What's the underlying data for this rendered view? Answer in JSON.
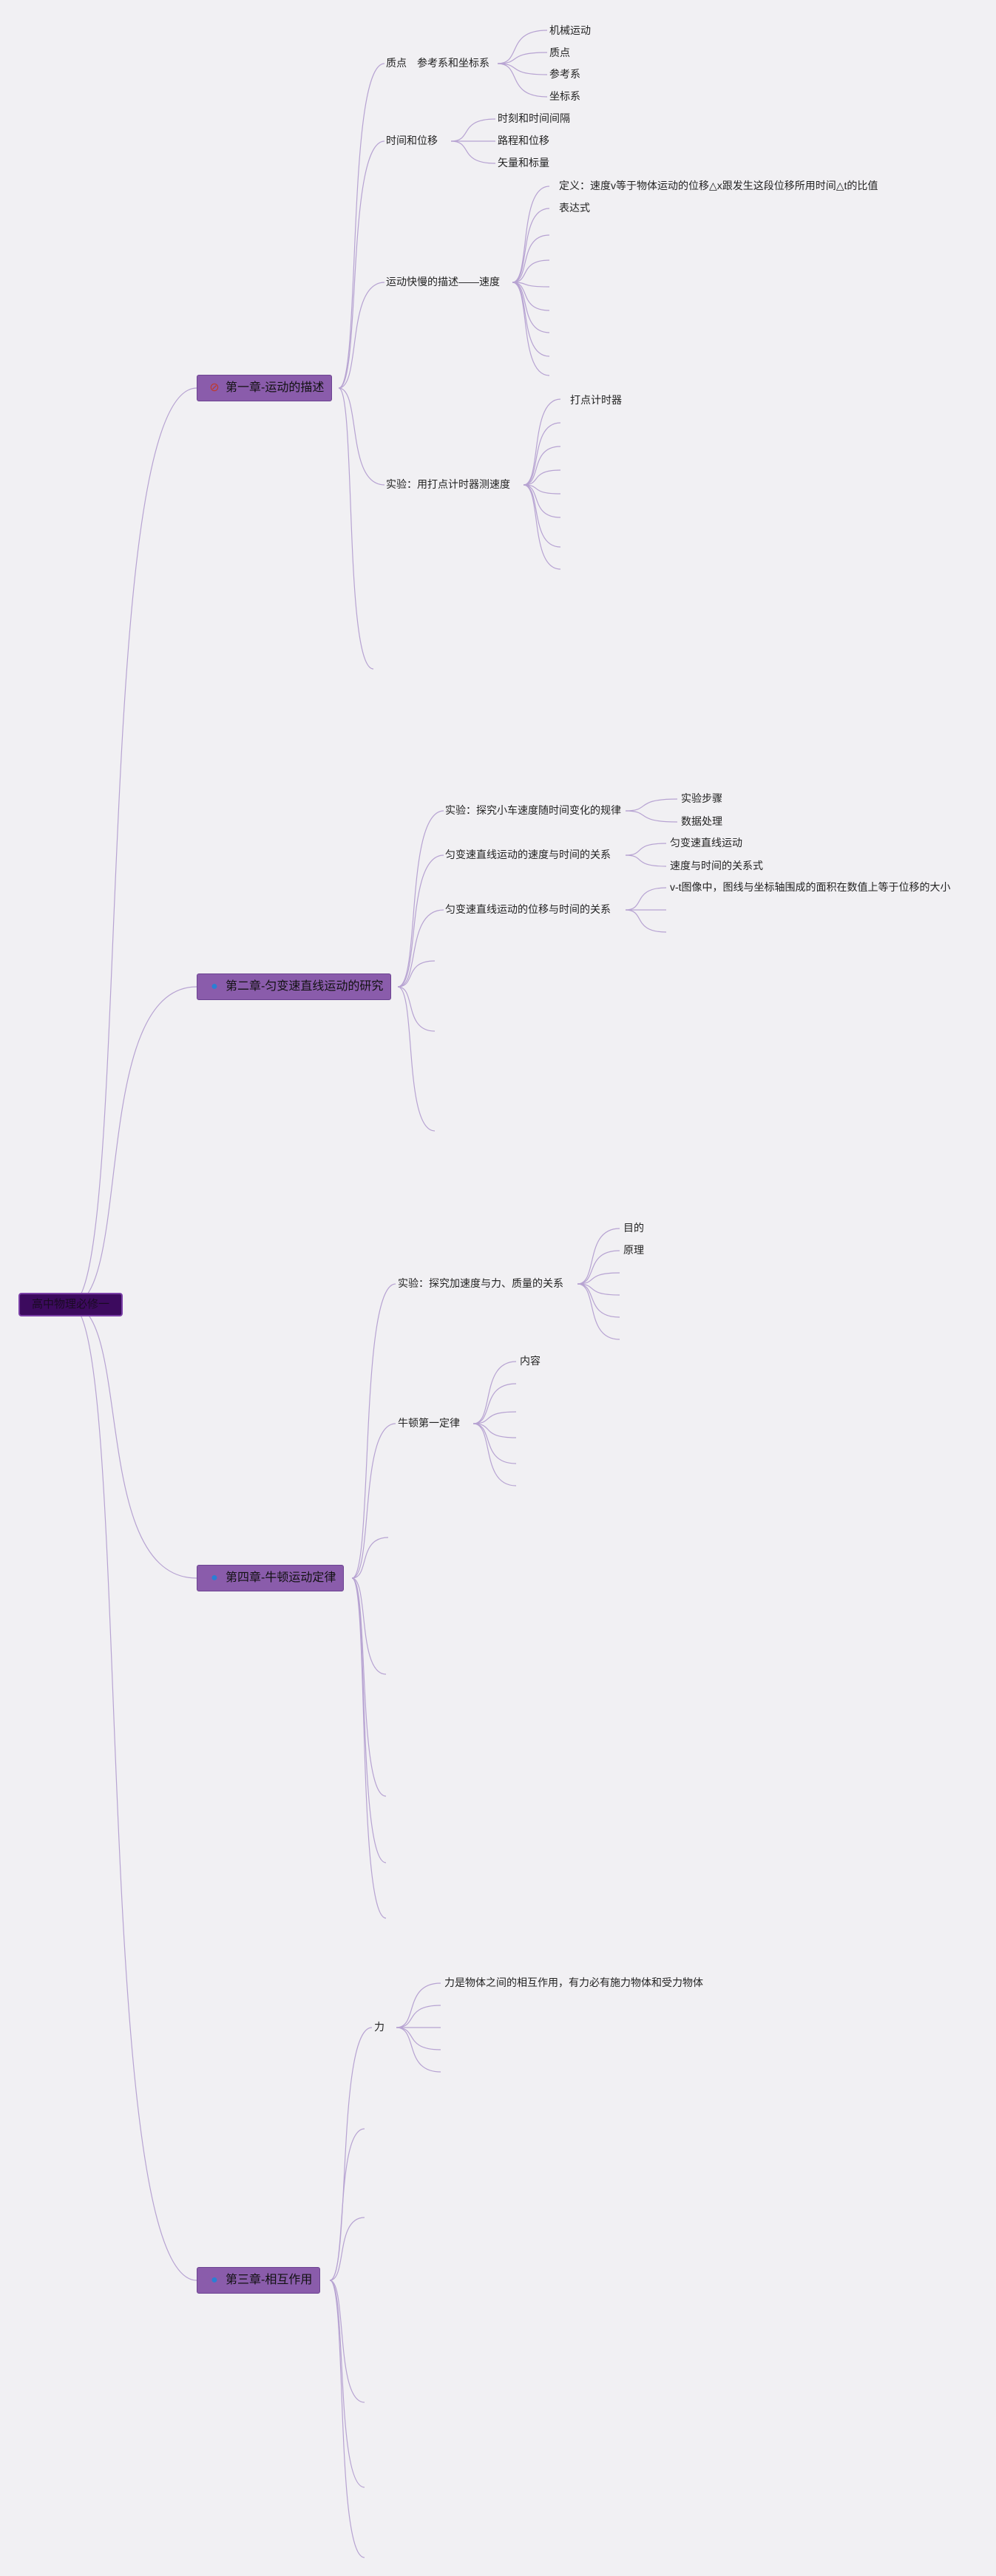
{
  "colors": {
    "background": "#f1f0f3",
    "line": "#b7a3d2",
    "node": "#8a5cab",
    "root": "#3c0a5e"
  },
  "root": {
    "label": "高中物理必修一"
  },
  "chapters": [
    {
      "label": "第一章-运动的描述",
      "icon": "no-entry-icon"
    },
    {
      "label": "第二章-匀变速直线运动的研究",
      "icon": "globe-icon"
    },
    {
      "label": "第四章-牛顿运动定律",
      "icon": "globe-icon"
    },
    {
      "label": "第三章-相互作用",
      "icon": "globe-icon"
    }
  ],
  "ch1": {
    "topics": [
      "质点　参考系和坐标系",
      "时间和位移",
      "运动快慢的描述——速度",
      "实验：用打点计时器测速度"
    ],
    "t1_items": [
      "机械运动",
      "质点",
      "参考系",
      "坐标系"
    ],
    "t2_items": [
      "时刻和时间间隔",
      "路程和位移",
      "矢量和标量"
    ],
    "t3_items": [
      "定义：速度v等于物体运动的位移△x跟发生这段位移所用时间△t的比值",
      "表达式"
    ],
    "t4_items": [
      "打点计时器"
    ]
  },
  "ch2": {
    "topics": [
      "实验：探究小车速度随时间变化的规律",
      "匀变速直线运动的速度与时间的关系",
      "匀变速直线运动的位移与时间的关系"
    ],
    "t1_items": [
      "实验步骤",
      "数据处理"
    ],
    "t2_items": [
      "匀变速直线运动",
      "速度与时间的关系式"
    ],
    "t3_items": [
      "v-t图像中，图线与坐标轴围成的面积在数值上等于位移的大小"
    ]
  },
  "ch4": {
    "topics": [
      "实验：探究加速度与力、质量的关系",
      "牛顿第一定律"
    ],
    "t1_items": [
      "目的",
      "原理"
    ],
    "t2_items": [
      "内容"
    ]
  },
  "ch3": {
    "topics": [
      "力"
    ],
    "t1_items": [
      "力是物体之间的相互作用，有力必有施力物体和受力物体"
    ]
  }
}
